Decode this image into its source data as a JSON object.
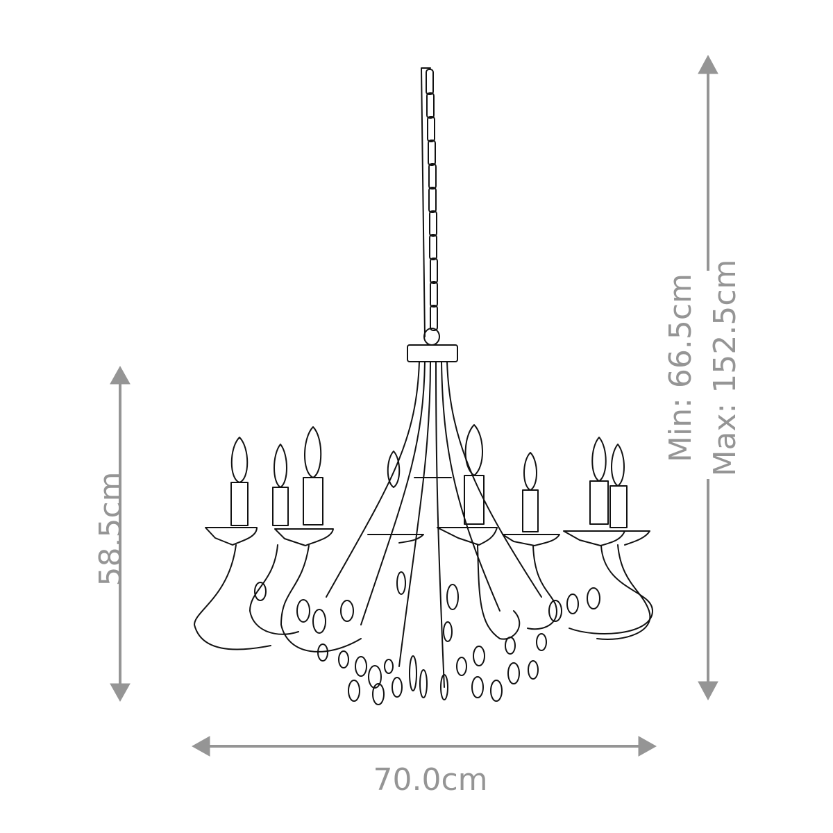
{
  "diagram": {
    "subject": "8-light candle chandelier with crystal drops",
    "line_color": "#111111",
    "dimension_color": "#959595",
    "light_count": 8
  },
  "dimensions": {
    "body_height": {
      "label": "58.5cm"
    },
    "width": {
      "label": "70.0cm"
    },
    "overall_height": {
      "min_label": "Min: 66.5cm",
      "max_label": "Max: 152.5cm"
    }
  }
}
